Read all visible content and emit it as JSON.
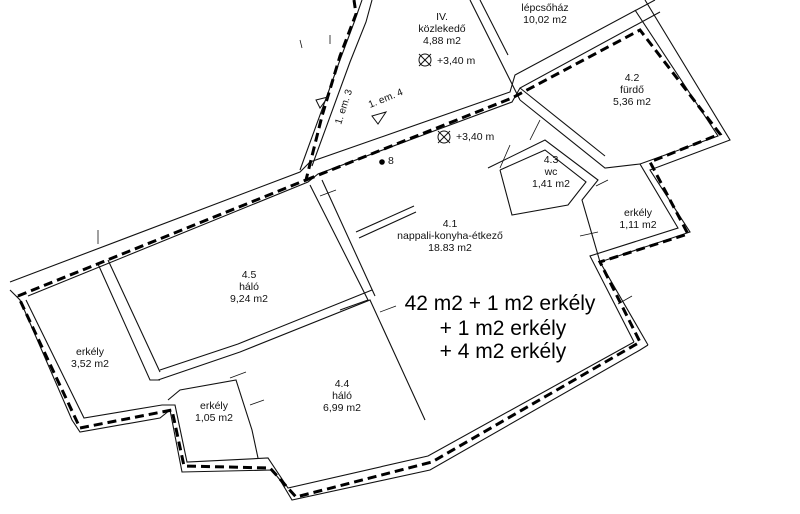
{
  "rooms": [
    {
      "id": "lepcsohaz",
      "number": "",
      "name": "lépcsőház",
      "area": "10,02 m2"
    },
    {
      "id": "kozlekedo",
      "number": "IV.",
      "name": "közlekedő",
      "area": "4,88 m2"
    },
    {
      "id": "furdo",
      "number": "4.2",
      "name": "fürdő",
      "area": "5,36 m2"
    },
    {
      "id": "wc",
      "number": "4.3",
      "name": "wc",
      "area": "1,41 m2"
    },
    {
      "id": "erkely-right",
      "number": "",
      "name": "erkély",
      "area": "1,11 m2"
    },
    {
      "id": "nappali",
      "number": "4.1",
      "name": "nappali-konyha-étkező",
      "area": "18.83 m2"
    },
    {
      "id": "halo-1",
      "number": "4.5",
      "name": "háló",
      "area": "9,24 m2"
    },
    {
      "id": "erkely-left",
      "number": "",
      "name": "erkély",
      "area": "3,52 m2"
    },
    {
      "id": "erkely-small",
      "number": "",
      "name": "erkély",
      "area": "1,05 m2"
    },
    {
      "id": "halo-2",
      "number": "4.4",
      "name": "háló",
      "area": "6,99 m2"
    }
  ],
  "levels": [
    "+3,40 m",
    "+3,40 m"
  ],
  "section_marks": [
    "1. em. 3",
    "1. em. 4"
  ],
  "point_label": "8",
  "summary": [
    "42 m2 + 1 m2 erkély",
    "+ 1 m2 erkély",
    "+ 4 m2 erkély"
  ]
}
